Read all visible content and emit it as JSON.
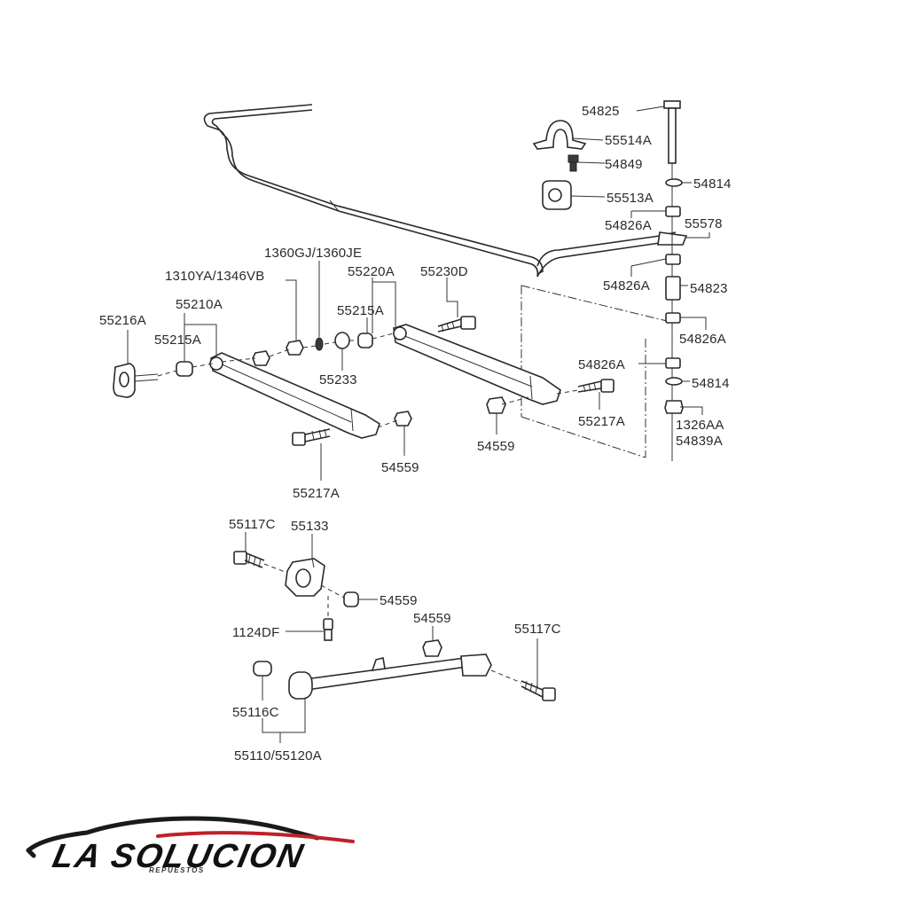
{
  "labels": {
    "p54825": "54825",
    "p55514A": "55514A",
    "p54849": "54849",
    "p54814a": "54814",
    "p55513A": "55513A",
    "p54826Aa": "54826A",
    "p55578": "55578",
    "p54826Ab": "54826A",
    "p54823": "54823",
    "p54826Ac": "54826A",
    "p54826Ad": "54826A",
    "p54814b": "54814",
    "p1326AA": "1326AA",
    "p54839A": "54839A",
    "p1360GJ": "1360GJ/1360JE",
    "p1310YA": "1310YA/1346VB",
    "p55220A": "55220A",
    "p55230D": "55230D",
    "p55215Aa": "55215A",
    "p55210A": "55210A",
    "p55216A": "55216A",
    "p55215Ab": "55215A",
    "p55233": "55233",
    "p55217Aa": "55217A",
    "p54559a": "54559",
    "p54559b": "54559",
    "p55217Ab": "55217A",
    "p55117Ca": "55117C",
    "p55133": "55133",
    "p54559c": "54559",
    "p1124DF": "1124DF",
    "p54559d": "54559",
    "p55117Cb": "55117C",
    "p55116C": "55116C",
    "p55110": "55110/55120A"
  },
  "logo": {
    "name": "LA SOLUCION",
    "tagline": "REPUESTOS"
  },
  "colors": {
    "line": "#2a2a2a",
    "logo_swoosh_red": "#c0202a",
    "logo_swoosh_dark": "#1a1a1a"
  }
}
